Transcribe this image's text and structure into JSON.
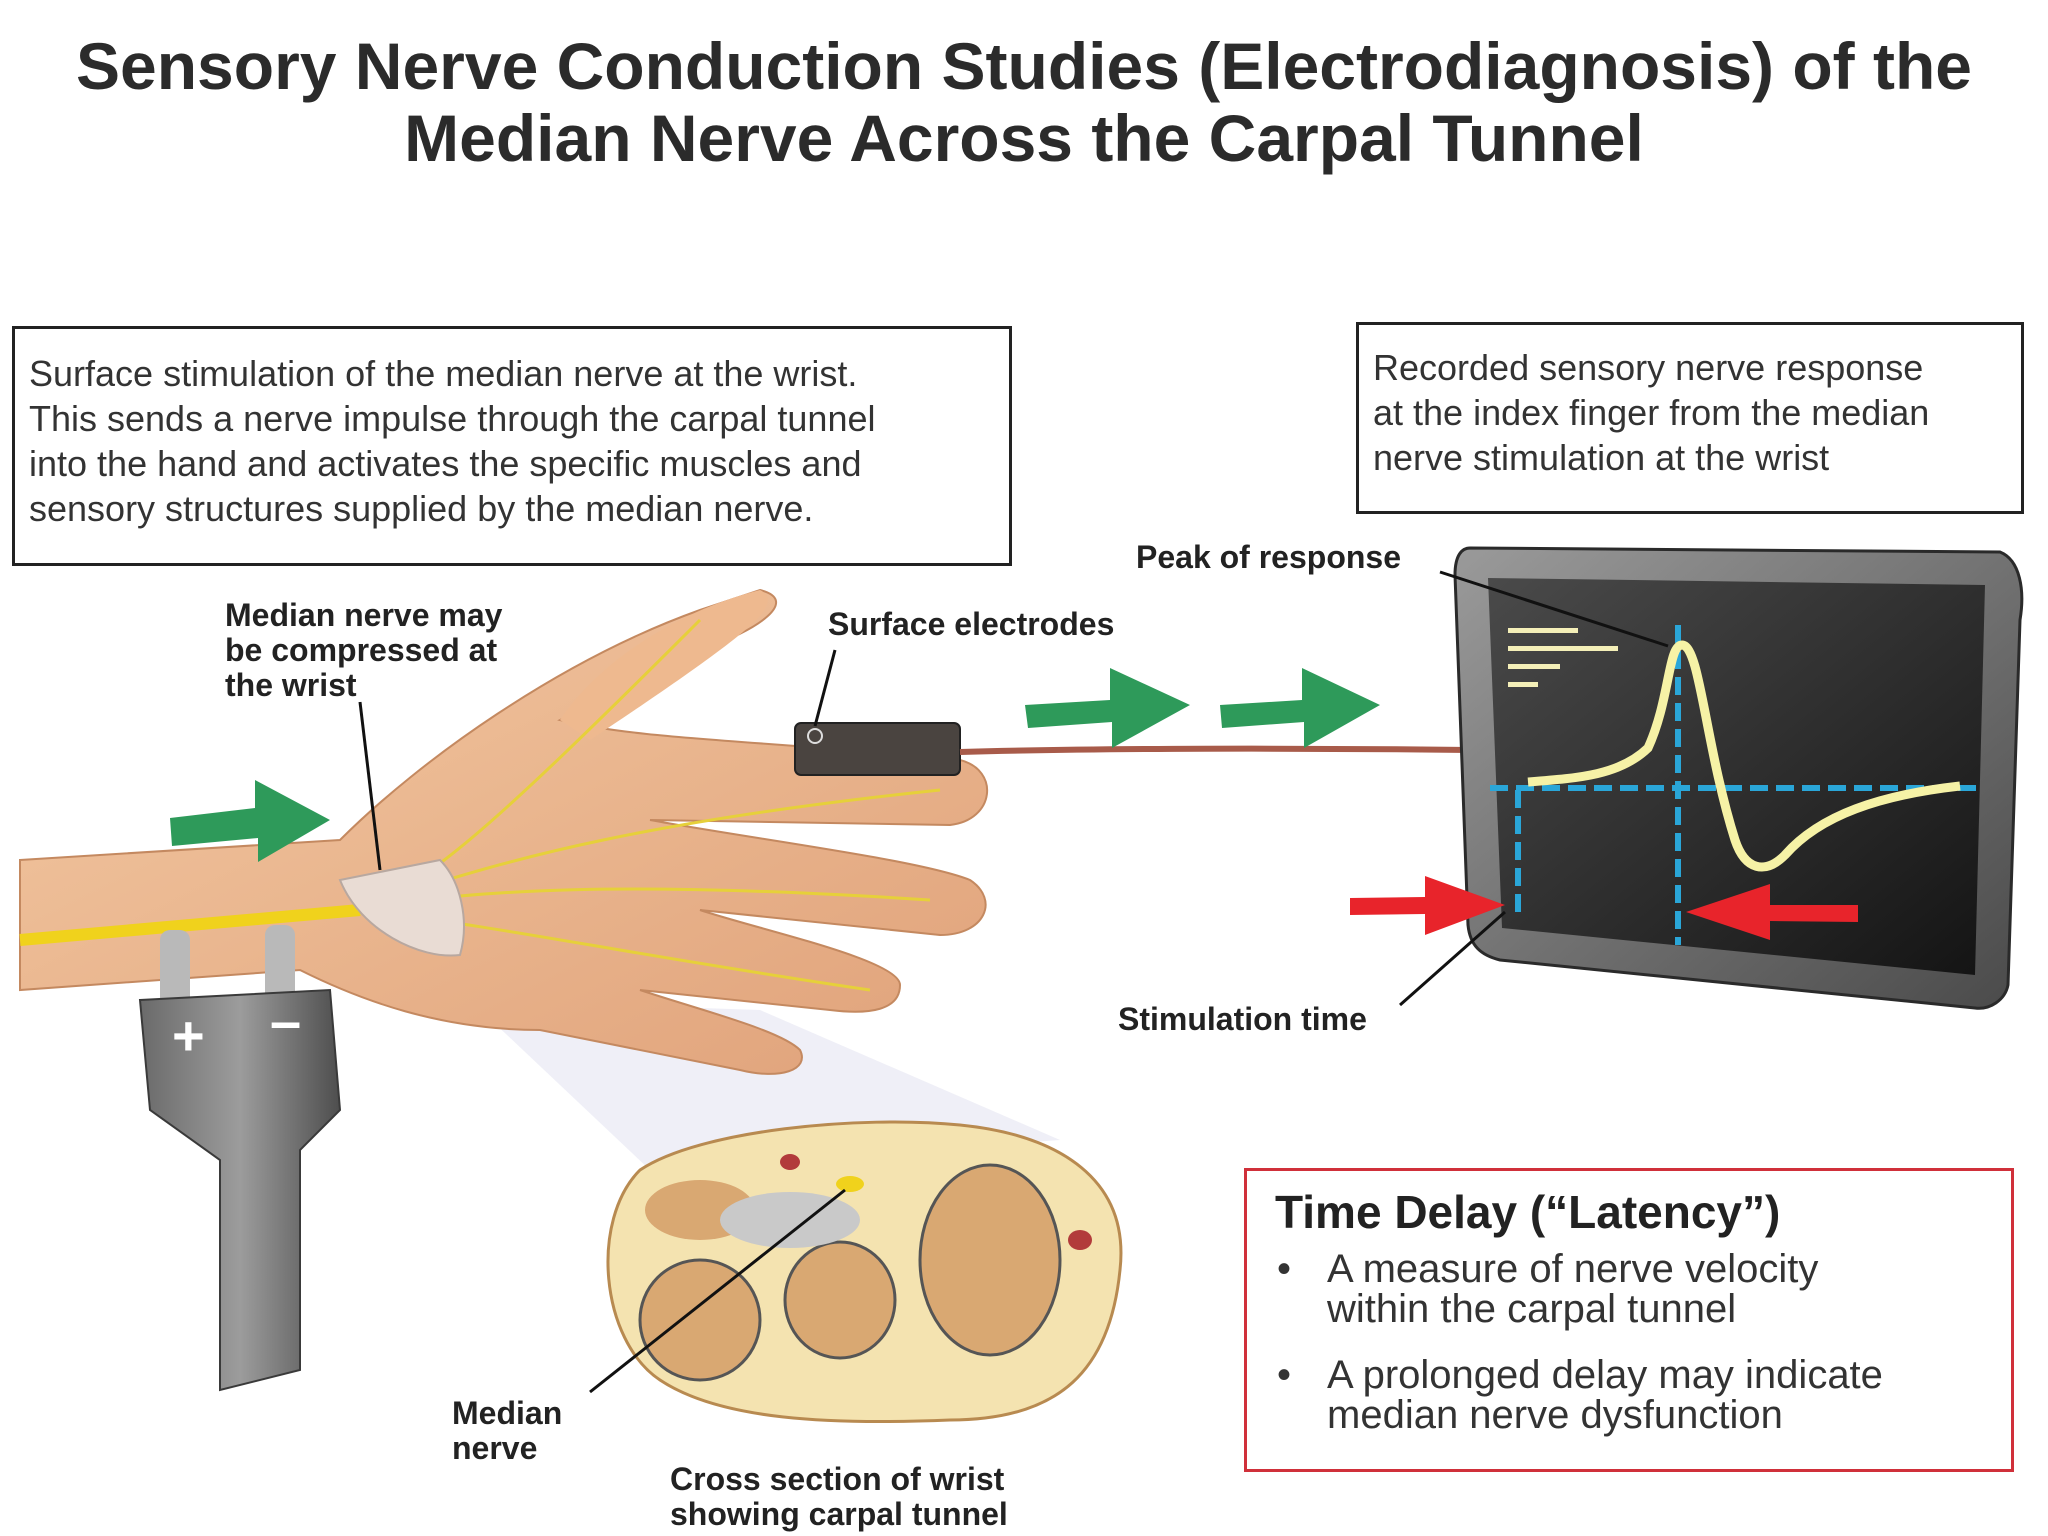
{
  "title": {
    "line1": "Sensory Nerve Conduction Studies (Electrodiagnosis) of the",
    "line2": "Median Nerve Across the Carpal Tunnel"
  },
  "stimulation_box": {
    "text": "Surface stimulation of the median nerve at the wrist.\nThis sends a nerve impulse through the carpal tunnel\ninto the hand and activates the specific muscles and\nsensory structures supplied by the median nerve."
  },
  "recording_box": {
    "text": "Recorded sensory nerve response\nat the index finger from the median\nnerve stimulation at the wrist"
  },
  "labels": {
    "median_compressed": "Median nerve may\nbe compressed at\nthe wrist",
    "surface_electrodes": "Surface electrodes",
    "peak_of_response": "Peak of response",
    "stimulation_time": "Stimulation time",
    "median_nerve": "Median\nnerve",
    "cross_section": "Cross section of wrist\nshowing carpal tunnel"
  },
  "stimulator": {
    "plus": "+",
    "minus": "–"
  },
  "latency_box": {
    "title": "Time Delay (“Latency”)",
    "bullets": [
      "A measure of nerve velocity\nwithin the carpal tunnel",
      "A prolonged delay may indicate\nmedian nerve dysfunction"
    ]
  },
  "colors": {
    "arrow_green": "#2e9a5a",
    "arrow_red": "#e8242b",
    "trace_yellow": "#f6f2a6",
    "grid_blue": "#2aa6d8",
    "latency_border": "#d0303a"
  }
}
